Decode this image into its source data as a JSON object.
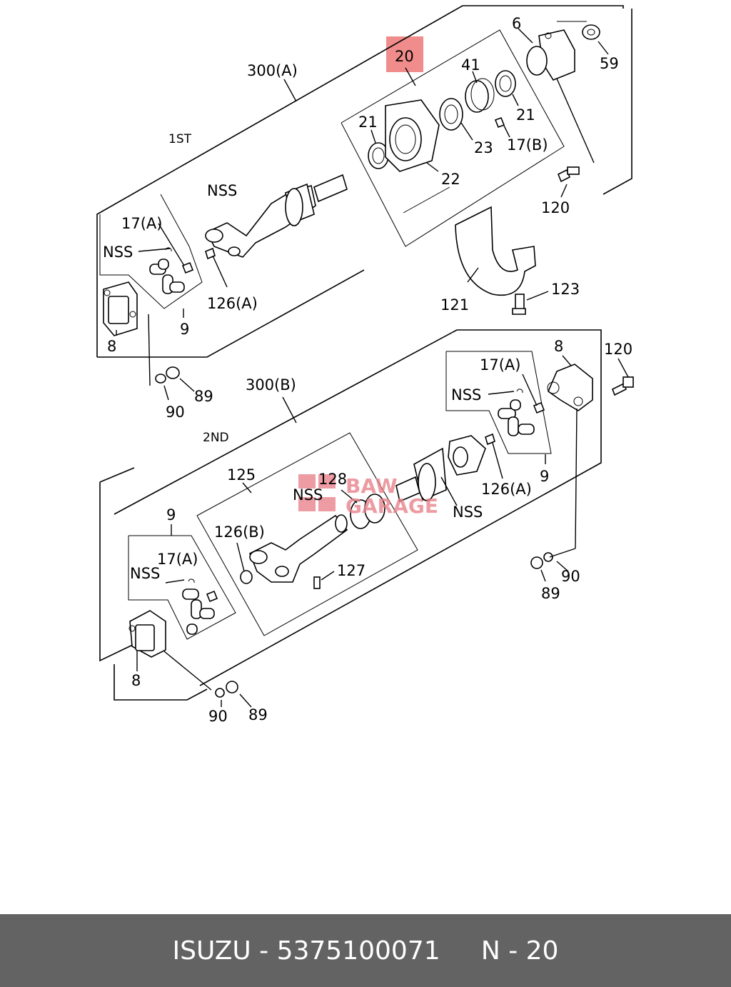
{
  "diagram": {
    "highlight": "20",
    "highlight_color": "#f08c8c",
    "watermark": [
      "BAW",
      "GARAGE"
    ],
    "section_labels": [
      "1ST",
      "2ND"
    ],
    "callouts": {
      "c_300a": "300(A)",
      "c_20": "20",
      "c_6": "6",
      "c_59": "59",
      "c_41": "41",
      "c_21a": "21",
      "c_21b": "21",
      "c_23": "23",
      "c_17b": "17(B)",
      "c_22": "22",
      "c_120a": "120",
      "c_nss1": "NSS",
      "c_17a1": "17(A)",
      "c_nss2": "NSS",
      "c_126a1": "126(A)",
      "c_8a": "8",
      "c_9a": "9",
      "c_121": "121",
      "c_123": "123",
      "c_90a": "90",
      "c_89a": "89",
      "c_300b": "300(B)",
      "c_8b": "8",
      "c_120b": "120",
      "c_17a2": "17(A)",
      "c_nss3": "NSS",
      "c_125": "125",
      "c_128": "128",
      "c_nss4": "NSS",
      "c_nss5": "NSS",
      "c_126a2": "126(A)",
      "c_9b": "9",
      "c_9c": "9",
      "c_126b": "126(B)",
      "c_17a3": "17(A)",
      "c_nss6": "NSS",
      "c_127": "127",
      "c_90b": "90",
      "c_89b": "89",
      "c_8c": "8",
      "c_90c": "90",
      "c_89c": "89"
    }
  },
  "footer": {
    "text": "ISUZU - 5375100071     N - 20",
    "background": "#636363",
    "color": "#ffffff"
  }
}
